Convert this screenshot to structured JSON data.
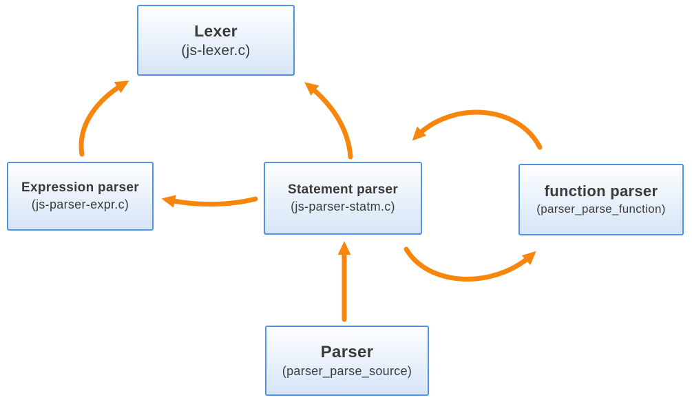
{
  "diagram": {
    "nodes": {
      "lexer": {
        "title": "Lexer",
        "subtitle": "(js-lexer.c)"
      },
      "expression_parser": {
        "title": "Expression parser",
        "subtitle": "(js-parser-expr.c)"
      },
      "statement_parser": {
        "title": "Statement parser",
        "subtitle": "(js-parser-statm.c)"
      },
      "function_parser": {
        "title": "function parser",
        "subtitle": "(parser_parse_function)"
      },
      "parser": {
        "title": "Parser",
        "subtitle": "(parser_parse_source)"
      }
    },
    "edges": [
      {
        "from": "expression_parser",
        "to": "lexer"
      },
      {
        "from": "statement_parser",
        "to": "lexer"
      },
      {
        "from": "statement_parser",
        "to": "expression_parser"
      },
      {
        "from": "function_parser",
        "to": "statement_parser"
      },
      {
        "from": "statement_parser",
        "to": "function_parser"
      },
      {
        "from": "parser",
        "to": "statement_parser"
      }
    ],
    "colors": {
      "arrow": "#F8860D",
      "node_border": "#4F93E6",
      "node_fill_top": "#FDFEFF",
      "node_fill_bottom": "#D7E5F7",
      "text": "#3A3A3A",
      "background": "#FFFFFF"
    }
  }
}
